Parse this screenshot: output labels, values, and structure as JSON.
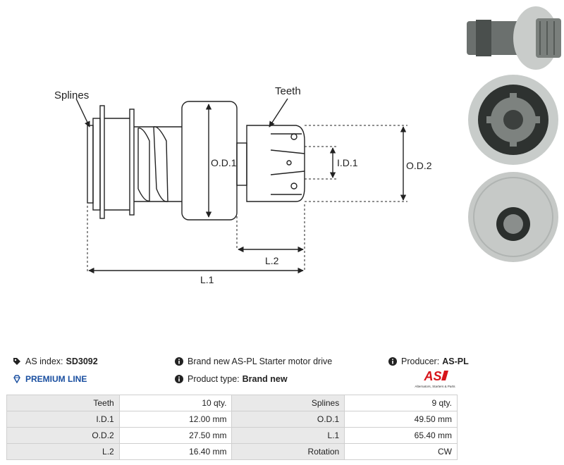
{
  "diagram": {
    "labels": {
      "splines": "Splines",
      "teeth": "Teeth",
      "od1": "O.D.1",
      "id1": "I.D.1",
      "od2": "O.D.2",
      "l1": "L.1",
      "l2": "L.2"
    }
  },
  "info": {
    "as_index_label": "AS index:",
    "as_index_value": "SD3092",
    "premium_line": "PREMIUM LINE",
    "description": "Brand new AS-PL Starter motor drive",
    "product_type_label": "Product type:",
    "product_type_value": "Brand new",
    "producer_label": "Producer:",
    "producer_value": "AS-PL"
  },
  "logo": {
    "mark": "AS",
    "slogan": "Alternators, Starters & Parts",
    "color": "#d7141a"
  },
  "specs": {
    "rows": [
      [
        {
          "label": "Teeth",
          "value": "10 qty."
        },
        {
          "label": "Splines",
          "value": "9 qty."
        }
      ],
      [
        {
          "label": "I.D.1",
          "value": "12.00 mm"
        },
        {
          "label": "O.D.1",
          "value": "49.50 mm"
        }
      ],
      [
        {
          "label": "O.D.2",
          "value": "27.50 mm"
        },
        {
          "label": "L.1",
          "value": "65.40 mm"
        }
      ],
      [
        {
          "label": "L.2",
          "value": "16.40 mm"
        },
        {
          "label": "Rotation",
          "value": "CW"
        }
      ]
    ]
  },
  "colors": {
    "accent_blue": "#1a4fa0",
    "table_label_bg": "#e9e9e9",
    "brand_red": "#d7141a"
  }
}
